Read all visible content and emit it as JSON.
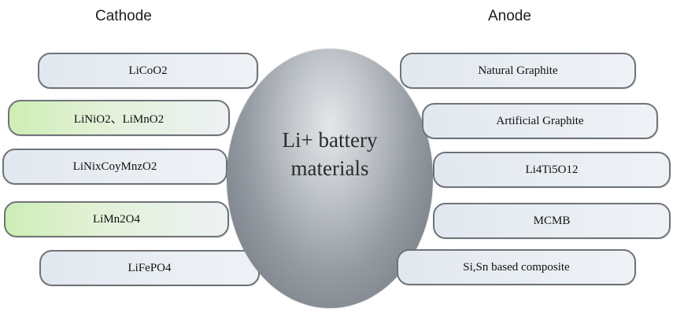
{
  "cathode": {
    "title": "Cathode",
    "items": [
      {
        "label": "LiCoO2"
      },
      {
        "label": "LiNiO2、LiMnO2"
      },
      {
        "label": "LiNixCoyMnzO2"
      },
      {
        "label": "LiMn2O4"
      },
      {
        "label": "LiFePO4"
      }
    ]
  },
  "anode": {
    "title": "Anode",
    "items": [
      {
        "label": "Natural Graphite"
      },
      {
        "label": "Artificial Graphite"
      },
      {
        "label": "Li4Ti5O12"
      },
      {
        "label": "MCMB"
      },
      {
        "label": "Si,Sn based composite"
      }
    ]
  },
  "center": {
    "line1": "Li+ battery",
    "line2": "materials"
  },
  "colors": {
    "highlight_green": "#cdeeb4",
    "pill_fill": "#e2e8ef",
    "pill_border": "#6f7378",
    "circle_gray": "#949aa1"
  }
}
